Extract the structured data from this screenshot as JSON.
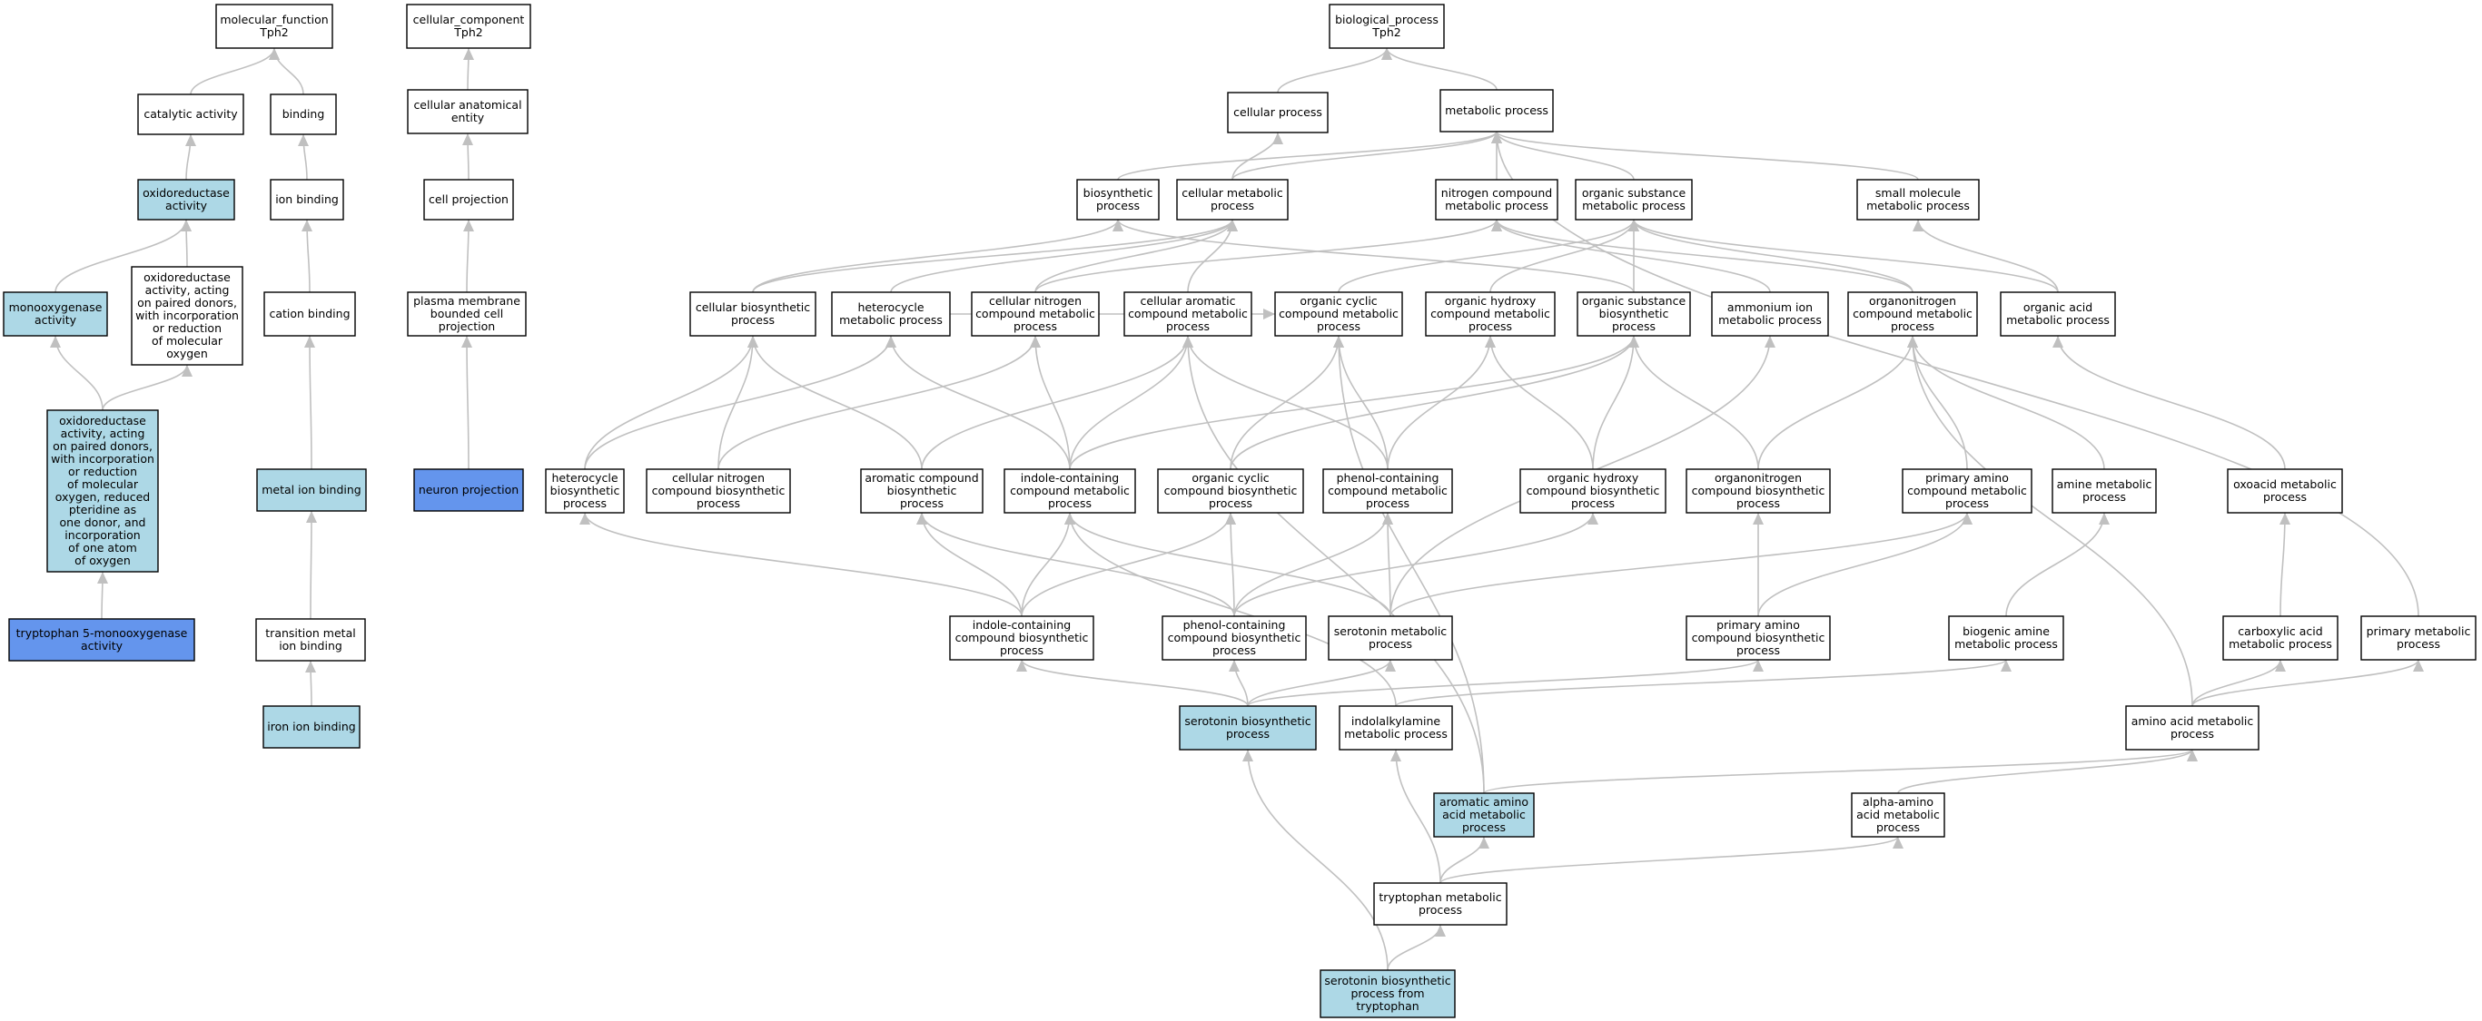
{
  "colors": {
    "plain": "#ffffff",
    "highlight": "#add8e6",
    "query": "#6495ed",
    "edge": "#c0c0c0",
    "border": "#000000"
  },
  "nodes": [
    {
      "id": "mf_root",
      "lines": [
        "molecular_function",
        "Tph2"
      ],
      "fill": "plain"
    },
    {
      "id": "catalytic",
      "lines": [
        "catalytic activity"
      ],
      "fill": "plain"
    },
    {
      "id": "binding",
      "lines": [
        "binding"
      ],
      "fill": "plain"
    },
    {
      "id": "oxidoreductase",
      "lines": [
        "oxidoreductase",
        "activity"
      ],
      "fill": "highlight"
    },
    {
      "id": "ion_binding",
      "lines": [
        "ion binding"
      ],
      "fill": "plain"
    },
    {
      "id": "monooxygenase",
      "lines": [
        "monooxygenase",
        "activity"
      ],
      "fill": "highlight"
    },
    {
      "id": "oxred_paired",
      "lines": [
        "oxidoreductase",
        "activity, acting",
        "on paired donors,",
        "with incorporation",
        "or reduction",
        "of molecular",
        "oxygen"
      ],
      "fill": "plain"
    },
    {
      "id": "cation_binding",
      "lines": [
        "cation binding"
      ],
      "fill": "plain"
    },
    {
      "id": "oxred_pteridine",
      "lines": [
        "oxidoreductase",
        "activity, acting",
        "on paired donors,",
        "with incorporation",
        "or reduction",
        "of molecular",
        "oxygen, reduced",
        "pteridine as",
        "one donor, and",
        "incorporation",
        "of one atom",
        "of oxygen"
      ],
      "fill": "highlight"
    },
    {
      "id": "metal_ion_binding",
      "lines": [
        "metal ion binding"
      ],
      "fill": "highlight"
    },
    {
      "id": "trp5mono",
      "lines": [
        "tryptophan 5-monooxygenase",
        "activity"
      ],
      "fill": "query"
    },
    {
      "id": "transition_metal",
      "lines": [
        "transition metal",
        "ion binding"
      ],
      "fill": "plain"
    },
    {
      "id": "iron_ion",
      "lines": [
        "iron ion binding"
      ],
      "fill": "highlight"
    },
    {
      "id": "cc_root",
      "lines": [
        "cellular_component",
        "Tph2"
      ],
      "fill": "plain"
    },
    {
      "id": "cell_anat",
      "lines": [
        "cellular anatomical",
        "entity"
      ],
      "fill": "plain"
    },
    {
      "id": "cell_proj",
      "lines": [
        "cell projection"
      ],
      "fill": "plain"
    },
    {
      "id": "plasma_proj",
      "lines": [
        "plasma membrane",
        "bounded cell",
        "projection"
      ],
      "fill": "plain"
    },
    {
      "id": "neuron_proj",
      "lines": [
        "neuron projection"
      ],
      "fill": "query"
    },
    {
      "id": "bp_root",
      "lines": [
        "biological_process",
        "Tph2"
      ],
      "fill": "plain"
    },
    {
      "id": "cellular_process",
      "lines": [
        "cellular process"
      ],
      "fill": "plain"
    },
    {
      "id": "metabolic",
      "lines": [
        "metabolic process"
      ],
      "fill": "plain"
    },
    {
      "id": "biosynthetic",
      "lines": [
        "biosynthetic",
        "process"
      ],
      "fill": "plain"
    },
    {
      "id": "cell_metabolic",
      "lines": [
        "cellular metabolic",
        "process"
      ],
      "fill": "plain"
    },
    {
      "id": "nitrogen_cmp",
      "lines": [
        "nitrogen compound",
        "metabolic process"
      ],
      "fill": "plain"
    },
    {
      "id": "org_subst_met",
      "lines": [
        "organic substance",
        "metabolic process"
      ],
      "fill": "plain"
    },
    {
      "id": "small_molecule",
      "lines": [
        "small molecule",
        "metabolic process"
      ],
      "fill": "plain"
    },
    {
      "id": "cell_biosyn",
      "lines": [
        "cellular biosynthetic",
        "process"
      ],
      "fill": "plain"
    },
    {
      "id": "heterocycle_met",
      "lines": [
        "heterocycle",
        "metabolic process"
      ],
      "fill": "plain"
    },
    {
      "id": "cell_nitrogen_met",
      "lines": [
        "cellular nitrogen",
        "compound metabolic",
        "process"
      ],
      "fill": "plain"
    },
    {
      "id": "cell_aromatic",
      "lines": [
        "cellular aromatic",
        "compound metabolic",
        "process"
      ],
      "fill": "plain"
    },
    {
      "id": "org_cyclic_met",
      "lines": [
        "organic cyclic",
        "compound metabolic",
        "process"
      ],
      "fill": "plain"
    },
    {
      "id": "org_hydroxy_met",
      "lines": [
        "organic hydroxy",
        "compound metabolic",
        "process"
      ],
      "fill": "plain"
    },
    {
      "id": "org_subst_bio",
      "lines": [
        "organic substance",
        "biosynthetic",
        "process"
      ],
      "fill": "plain"
    },
    {
      "id": "ammonium",
      "lines": [
        "ammonium ion",
        "metabolic process"
      ],
      "fill": "plain"
    },
    {
      "id": "organonitrogen_met",
      "lines": [
        "organonitrogen",
        "compound metabolic",
        "process"
      ],
      "fill": "plain"
    },
    {
      "id": "organic_acid",
      "lines": [
        "organic acid",
        "metabolic process"
      ],
      "fill": "plain"
    },
    {
      "id": "heterocycle_bio",
      "lines": [
        "heterocycle",
        "biosynthetic",
        "process"
      ],
      "fill": "plain"
    },
    {
      "id": "cell_nitrogen_bio",
      "lines": [
        "cellular nitrogen",
        "compound biosynthetic",
        "process"
      ],
      "fill": "plain"
    },
    {
      "id": "aromatic_bio",
      "lines": [
        "aromatic compound",
        "biosynthetic",
        "process"
      ],
      "fill": "plain"
    },
    {
      "id": "indole_met",
      "lines": [
        "indole-containing",
        "compound metabolic",
        "process"
      ],
      "fill": "plain"
    },
    {
      "id": "org_cyclic_bio",
      "lines": [
        "organic cyclic",
        "compound biosynthetic",
        "process"
      ],
      "fill": "plain"
    },
    {
      "id": "phenol_met",
      "lines": [
        "phenol-containing",
        "compound metabolic",
        "process"
      ],
      "fill": "plain"
    },
    {
      "id": "org_hydroxy_bio",
      "lines": [
        "organic hydroxy",
        "compound biosynthetic",
        "process"
      ],
      "fill": "plain"
    },
    {
      "id": "organonitrogen_bio",
      "lines": [
        "organonitrogen",
        "compound biosynthetic",
        "process"
      ],
      "fill": "plain"
    },
    {
      "id": "primary_amino_met",
      "lines": [
        "primary amino",
        "compound metabolic",
        "process"
      ],
      "fill": "plain"
    },
    {
      "id": "amine_met",
      "lines": [
        "amine metabolic",
        "process"
      ],
      "fill": "plain"
    },
    {
      "id": "oxoacid",
      "lines": [
        "oxoacid metabolic",
        "process"
      ],
      "fill": "plain"
    },
    {
      "id": "indole_bio",
      "lines": [
        "indole-containing",
        "compound biosynthetic",
        "process"
      ],
      "fill": "plain"
    },
    {
      "id": "phenol_bio",
      "lines": [
        "phenol-containing",
        "compound biosynthetic",
        "process"
      ],
      "fill": "plain"
    },
    {
      "id": "serotonin_met",
      "lines": [
        "serotonin metabolic",
        "process"
      ],
      "fill": "plain"
    },
    {
      "id": "primary_amino_bio",
      "lines": [
        "primary amino",
        "compound biosynthetic",
        "process"
      ],
      "fill": "plain"
    },
    {
      "id": "biogenic_amine",
      "lines": [
        "biogenic amine",
        "metabolic process"
      ],
      "fill": "plain"
    },
    {
      "id": "carboxylic",
      "lines": [
        "carboxylic acid",
        "metabolic process"
      ],
      "fill": "plain"
    },
    {
      "id": "primary_met",
      "lines": [
        "primary metabolic",
        "process"
      ],
      "fill": "plain"
    },
    {
      "id": "serotonin_bio",
      "lines": [
        "serotonin biosynthetic",
        "process"
      ],
      "fill": "highlight"
    },
    {
      "id": "indolalkylamine",
      "lines": [
        "indolalkylamine",
        "metabolic process"
      ],
      "fill": "plain"
    },
    {
      "id": "amino_acid_met",
      "lines": [
        "amino acid metabolic",
        "process"
      ],
      "fill": "plain"
    },
    {
      "id": "aromatic_amino",
      "lines": [
        "aromatic amino",
        "acid metabolic",
        "process"
      ],
      "fill": "highlight"
    },
    {
      "id": "alpha_amino",
      "lines": [
        "alpha-amino",
        "acid metabolic",
        "process"
      ],
      "fill": "plain"
    },
    {
      "id": "tryptophan_met",
      "lines": [
        "tryptophan metabolic",
        "process"
      ],
      "fill": "plain"
    },
    {
      "id": "serotonin_from_trp",
      "lines": [
        "serotonin biosynthetic",
        "process from",
        "tryptophan"
      ],
      "fill": "highlight"
    }
  ],
  "edges": [
    [
      "catalytic",
      "mf_root"
    ],
    [
      "binding",
      "mf_root"
    ],
    [
      "oxidoreductase",
      "catalytic"
    ],
    [
      "ion_binding",
      "binding"
    ],
    [
      "monooxygenase",
      "oxidoreductase"
    ],
    [
      "oxred_paired",
      "oxidoreductase"
    ],
    [
      "cation_binding",
      "ion_binding"
    ],
    [
      "oxred_pteridine",
      "monooxygenase"
    ],
    [
      "oxred_pteridine",
      "oxred_paired"
    ],
    [
      "metal_ion_binding",
      "cation_binding"
    ],
    [
      "trp5mono",
      "oxred_pteridine"
    ],
    [
      "transition_metal",
      "metal_ion_binding"
    ],
    [
      "iron_ion",
      "transition_metal"
    ],
    [
      "cell_anat",
      "cc_root"
    ],
    [
      "cell_proj",
      "cell_anat"
    ],
    [
      "plasma_proj",
      "cell_proj"
    ],
    [
      "neuron_proj",
      "plasma_proj"
    ],
    [
      "cellular_process",
      "bp_root"
    ],
    [
      "metabolic",
      "bp_root"
    ],
    [
      "biosynthetic",
      "metabolic"
    ],
    [
      "cell_metabolic",
      "cellular_process"
    ],
    [
      "cell_metabolic",
      "metabolic"
    ],
    [
      "nitrogen_cmp",
      "metabolic"
    ],
    [
      "org_subst_met",
      "metabolic"
    ],
    [
      "small_molecule",
      "metabolic"
    ],
    [
      "primary_met",
      "metabolic"
    ],
    [
      "cell_biosyn",
      "biosynthetic"
    ],
    [
      "cell_biosyn",
      "cell_metabolic"
    ],
    [
      "heterocycle_met",
      "cell_metabolic"
    ],
    [
      "heterocycle_met",
      "org_cyclic_met"
    ],
    [
      "cell_nitrogen_met",
      "cell_metabolic"
    ],
    [
      "cell_nitrogen_met",
      "nitrogen_cmp"
    ],
    [
      "cell_aromatic",
      "cell_metabolic"
    ],
    [
      "org_cyclic_met",
      "org_subst_met"
    ],
    [
      "org_hydroxy_met",
      "org_subst_met"
    ],
    [
      "org_subst_bio",
      "org_subst_met"
    ],
    [
      "org_subst_bio",
      "biosynthetic"
    ],
    [
      "ammonium",
      "nitrogen_cmp"
    ],
    [
      "organonitrogen_met",
      "nitrogen_cmp"
    ],
    [
      "organonitrogen_met",
      "org_subst_met"
    ],
    [
      "organic_acid",
      "small_molecule"
    ],
    [
      "organic_acid",
      "org_subst_met"
    ],
    [
      "heterocycle_bio",
      "cell_biosyn"
    ],
    [
      "heterocycle_bio",
      "heterocycle_met"
    ],
    [
      "cell_nitrogen_bio",
      "cell_biosyn"
    ],
    [
      "cell_nitrogen_bio",
      "cell_nitrogen_met"
    ],
    [
      "aromatic_bio",
      "cell_biosyn"
    ],
    [
      "aromatic_bio",
      "cell_aromatic"
    ],
    [
      "indole_met",
      "heterocycle_met"
    ],
    [
      "indole_met",
      "cell_nitrogen_met"
    ],
    [
      "indole_met",
      "cell_aromatic"
    ],
    [
      "indole_met",
      "org_subst_bio"
    ],
    [
      "org_cyclic_bio",
      "org_cyclic_met"
    ],
    [
      "org_cyclic_bio",
      "org_subst_bio"
    ],
    [
      "phenol_met",
      "org_cyclic_met"
    ],
    [
      "phenol_met",
      "org_hydroxy_met"
    ],
    [
      "phenol_met",
      "cell_aromatic"
    ],
    [
      "org_hydroxy_bio",
      "org_hydroxy_met"
    ],
    [
      "org_hydroxy_bio",
      "org_subst_bio"
    ],
    [
      "organonitrogen_bio",
      "organonitrogen_met"
    ],
    [
      "organonitrogen_bio",
      "org_subst_bio"
    ],
    [
      "primary_amino_met",
      "organonitrogen_met"
    ],
    [
      "amine_met",
      "organonitrogen_met"
    ],
    [
      "oxoacid",
      "organic_acid"
    ],
    [
      "indole_bio",
      "indole_met"
    ],
    [
      "indole_bio",
      "heterocycle_bio"
    ],
    [
      "indole_bio",
      "aromatic_bio"
    ],
    [
      "indole_bio",
      "org_cyclic_bio"
    ],
    [
      "phenol_bio",
      "phenol_met"
    ],
    [
      "phenol_bio",
      "org_cyclic_bio"
    ],
    [
      "phenol_bio",
      "org_hydroxy_bio"
    ],
    [
      "phenol_bio",
      "aromatic_bio"
    ],
    [
      "serotonin_met",
      "indole_met"
    ],
    [
      "serotonin_met",
      "phenol_met"
    ],
    [
      "serotonin_met",
      "primary_amino_met"
    ],
    [
      "serotonin_met",
      "ammonium"
    ],
    [
      "primary_amino_bio",
      "primary_amino_met"
    ],
    [
      "primary_amino_bio",
      "organonitrogen_bio"
    ],
    [
      "biogenic_amine",
      "amine_met"
    ],
    [
      "carboxylic",
      "oxoacid"
    ],
    [
      "serotonin_bio",
      "serotonin_met"
    ],
    [
      "serotonin_bio",
      "indole_bio"
    ],
    [
      "serotonin_bio",
      "phenol_bio"
    ],
    [
      "serotonin_bio",
      "primary_amino_bio"
    ],
    [
      "indolalkylamine",
      "indole_met"
    ],
    [
      "indolalkylamine",
      "biogenic_amine"
    ],
    [
      "amino_acid_met",
      "carboxylic"
    ],
    [
      "amino_acid_met",
      "primary_met"
    ],
    [
      "amino_acid_met",
      "organonitrogen_met"
    ],
    [
      "aromatic_amino",
      "amino_acid_met"
    ],
    [
      "aromatic_amino",
      "cell_aromatic"
    ],
    [
      "aromatic_amino",
      "org_cyclic_met"
    ],
    [
      "alpha_amino",
      "amino_acid_met"
    ],
    [
      "tryptophan_met",
      "aromatic_amino"
    ],
    [
      "tryptophan_met",
      "alpha_amino"
    ],
    [
      "tryptophan_met",
      "indolalkylamine"
    ],
    [
      "serotonin_from_trp",
      "tryptophan_met"
    ],
    [
      "serotonin_from_trp",
      "serotonin_bio"
    ]
  ]
}
